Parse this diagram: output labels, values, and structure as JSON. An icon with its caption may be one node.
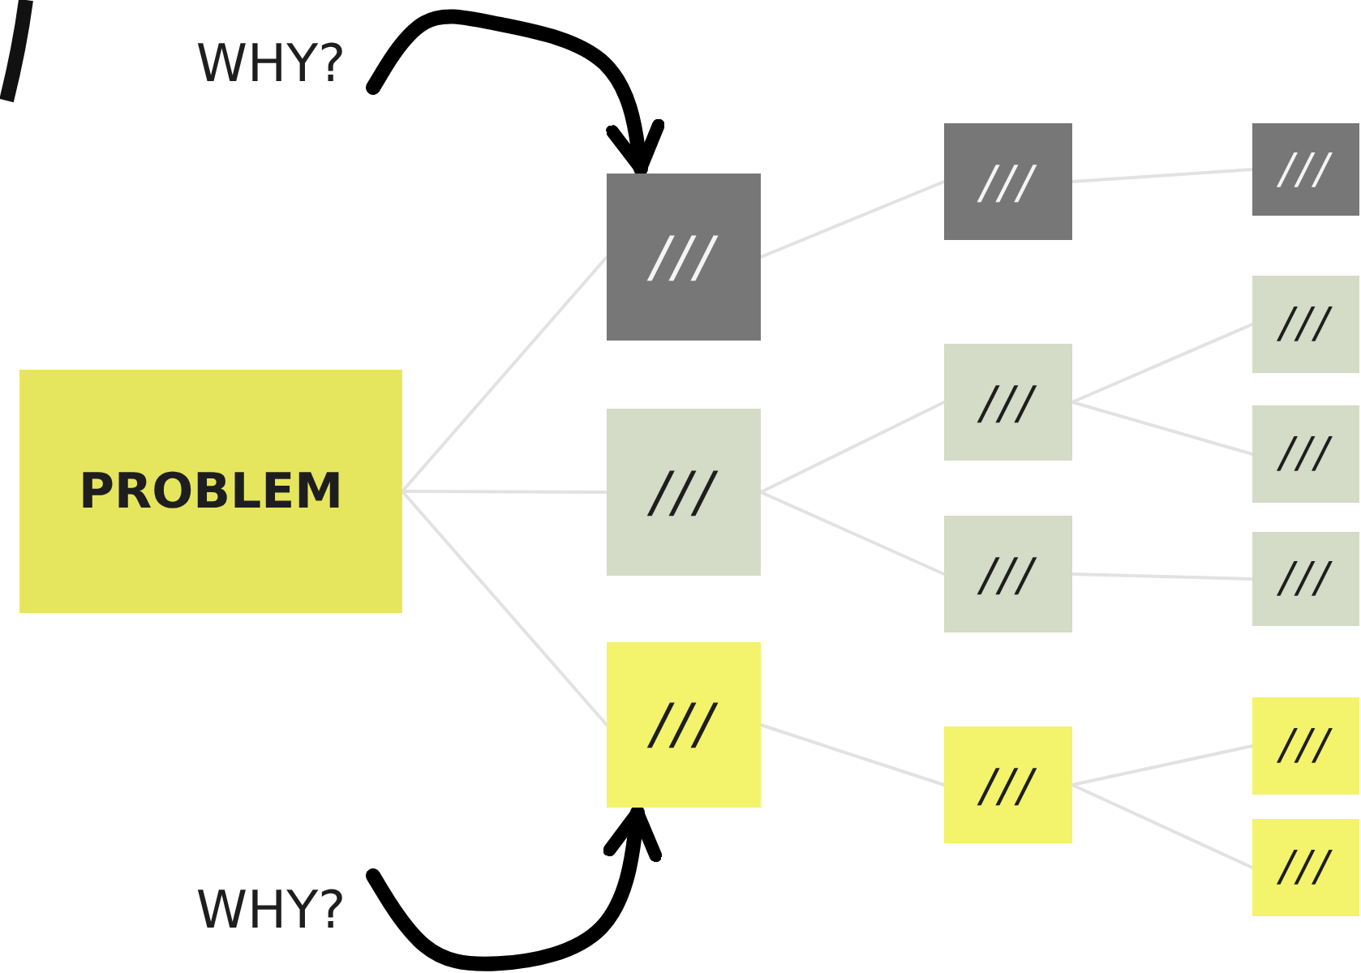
{
  "diagram": {
    "nodes": [
      {
        "text": [
          "PROBLEM"
        ]
      },
      {
        "text": [
          "///"
        ]
      },
      {
        "text": [
          "///"
        ]
      },
      {
        "text": [
          "///"
        ]
      },
      {
        "text": [
          "///"
        ]
      },
      {
        "text": [
          "///"
        ]
      },
      {
        "text": [
          "///"
        ]
      },
      {
        "text": [
          "///"
        ]
      },
      {
        "text": [
          "///"
        ]
      },
      {
        "text": [
          "///"
        ]
      },
      {
        "text": [
          "///"
        ]
      },
      {
        "text": [
          "///"
        ]
      },
      {
        "text": [
          "///"
        ]
      },
      {
        "text": [
          "///"
        ]
      },
      {
        "text": [
          "WHY?"
        ]
      },
      {
        "text": [
          "WHY?"
        ]
      }
    ],
    "edges": [
      {
        "from": 0,
        "to": 1,
        "arrow": "none"
      },
      {
        "from": 0,
        "to": 2,
        "arrow": "none"
      },
      {
        "from": 0,
        "to": 3,
        "arrow": "none"
      },
      {
        "from": 1,
        "to": 4,
        "arrow": "none"
      },
      {
        "from": 2,
        "to": 5,
        "arrow": "none"
      },
      {
        "from": 2,
        "to": 6,
        "arrow": "none"
      },
      {
        "from": 3,
        "to": 7,
        "arrow": "none"
      },
      {
        "from": 4,
        "to": 8,
        "arrow": "none"
      },
      {
        "from": 5,
        "to": 9,
        "arrow": "none"
      },
      {
        "from": 5,
        "to": 10,
        "arrow": "none"
      },
      {
        "from": 6,
        "to": 11,
        "arrow": "none"
      },
      {
        "from": 7,
        "to": 12,
        "arrow": "none"
      },
      {
        "from": 7,
        "to": 13,
        "arrow": "none"
      },
      {
        "from": 14,
        "to": 1,
        "arrow": "to",
        "style": "thick",
        "color": "#000000"
      },
      {
        "from": 15,
        "to": 3,
        "arrow": "to",
        "style": "thick",
        "color": "#000000"
      }
    ]
  }
}
